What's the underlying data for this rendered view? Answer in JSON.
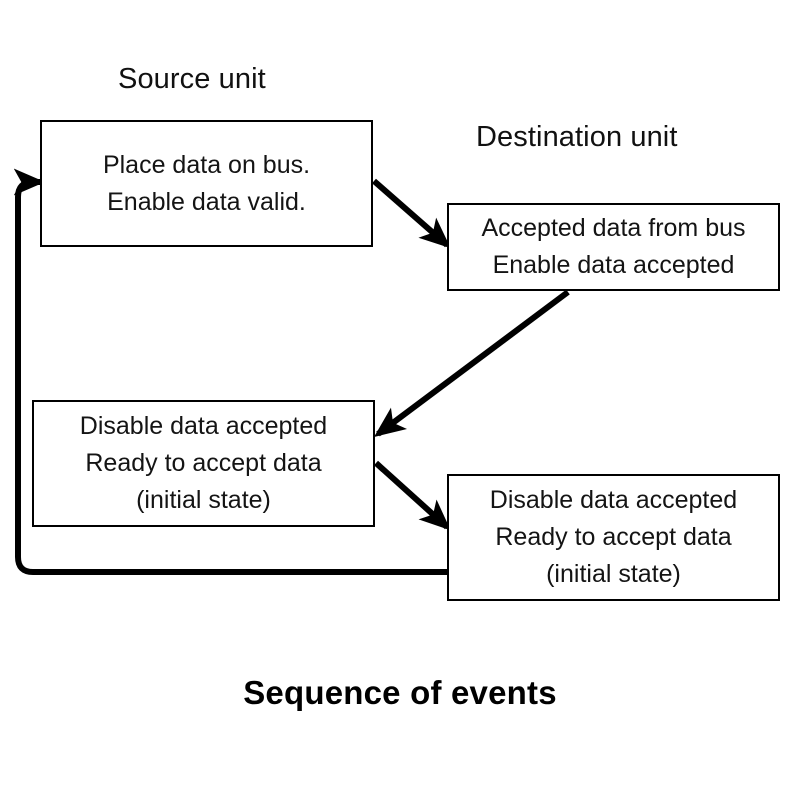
{
  "diagram": {
    "caption": "Sequence of events",
    "background_color": "#ffffff",
    "stroke_color": "#000000",
    "text_color": "#141414",
    "lane_labels": {
      "source": "Source unit",
      "destination": "Destination unit"
    },
    "nodes": [
      {
        "id": "source-place",
        "lane": "source",
        "lines": [
          "Place data on bus.",
          "Enable data valid."
        ]
      },
      {
        "id": "dest-accept",
        "lane": "destination",
        "lines": [
          "Accepted data from bus",
          "Enable data accepted"
        ]
      },
      {
        "id": "source-idle",
        "lane": "source",
        "lines": [
          "Disable data accepted",
          "Ready to accept data",
          "(initial state)"
        ]
      },
      {
        "id": "dest-idle",
        "lane": "destination",
        "lines": [
          "Disable data accepted",
          "Ready to accept data",
          "(initial state)"
        ]
      }
    ],
    "edges": [
      {
        "id": "edge-place-to-accept",
        "from": "source-place",
        "to": "dest-accept",
        "style": "straight-arrow"
      },
      {
        "id": "edge-accept-to-source-idle",
        "from": "dest-accept",
        "to": "source-idle",
        "style": "straight-arrow"
      },
      {
        "id": "edge-source-idle-to-dest-idle",
        "from": "source-idle",
        "to": "dest-idle",
        "style": "straight-arrow"
      },
      {
        "id": "edge-feedback-loop",
        "from": "dest-idle",
        "to": "source-place",
        "style": "routed-arrow"
      }
    ]
  }
}
